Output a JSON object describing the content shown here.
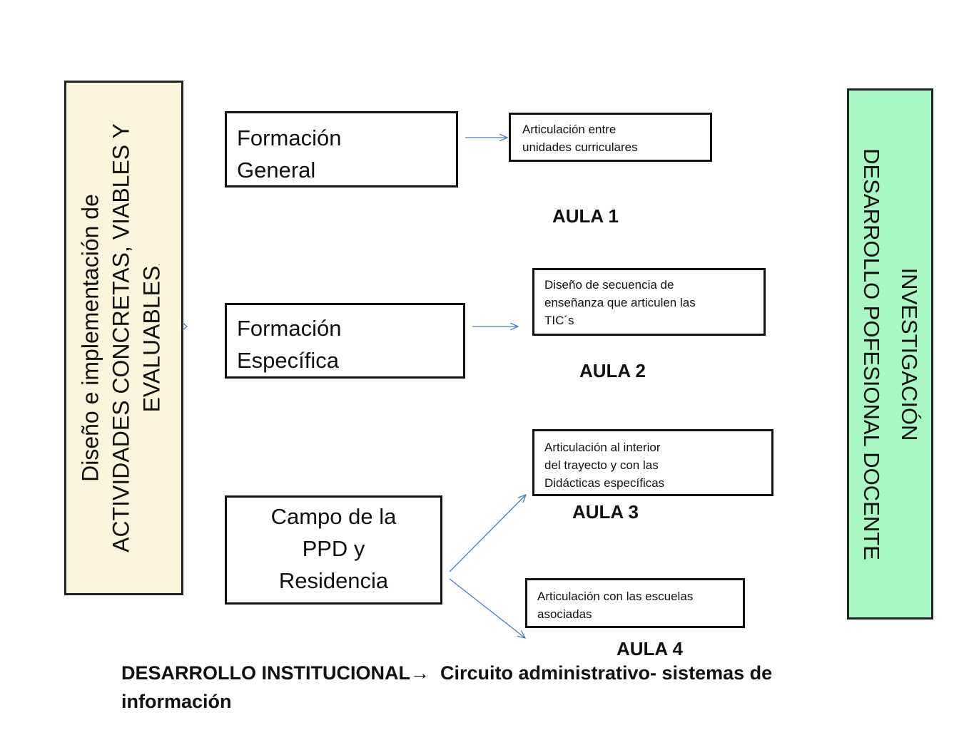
{
  "left_bar": {
    "line1": "Diseño e implementación de",
    "line2": "ACTIVIDADES CONCRETAS, VIABLES Y",
    "line3": "EVALUABLES",
    "line3_suffix": "."
  },
  "right_bar": {
    "line1": "INVESTIGACIÓN",
    "line2": "DESARROLLO POFESIONAL DOCENTE"
  },
  "campos": {
    "general": {
      "line1": "Formación",
      "line2": "General"
    },
    "especifica": {
      "line1": "Formación",
      "line2": "Específica"
    },
    "ppd": {
      "line1": "Campo de la",
      "line2": "PPD y",
      "line3": "Residencia"
    }
  },
  "actividades": {
    "a1": {
      "line1": "Articulación entre",
      "line2": "unidades curriculares"
    },
    "a2": {
      "line1": "Diseño de secuencia de",
      "line2": "enseñanza que articulen  las",
      "line3": "TIC´s"
    },
    "a3": {
      "line1": "Articulación al interior",
      "line2": "del  trayecto y con las",
      "line3": "Didácticas específicas"
    },
    "a4": {
      "line1": "Articulación con las escuelas",
      "line2": "asociadas"
    }
  },
  "aulas": {
    "aula1": "AULA 1",
    "aula2": "AULA 2",
    "aula3": "AULA 3",
    "aula4": "AULA 4"
  },
  "footer": {
    "part1": "DESARROLLO INSTITUCIONAL",
    "arrow": "→",
    "part2": "  Circuito administrativo- sistemas de",
    "part3": "información"
  },
  "colors": {
    "left_bar_bg": "#faf5dc",
    "right_bar_bg": "#a9f7c5",
    "arrow": "#4a7ebb"
  }
}
